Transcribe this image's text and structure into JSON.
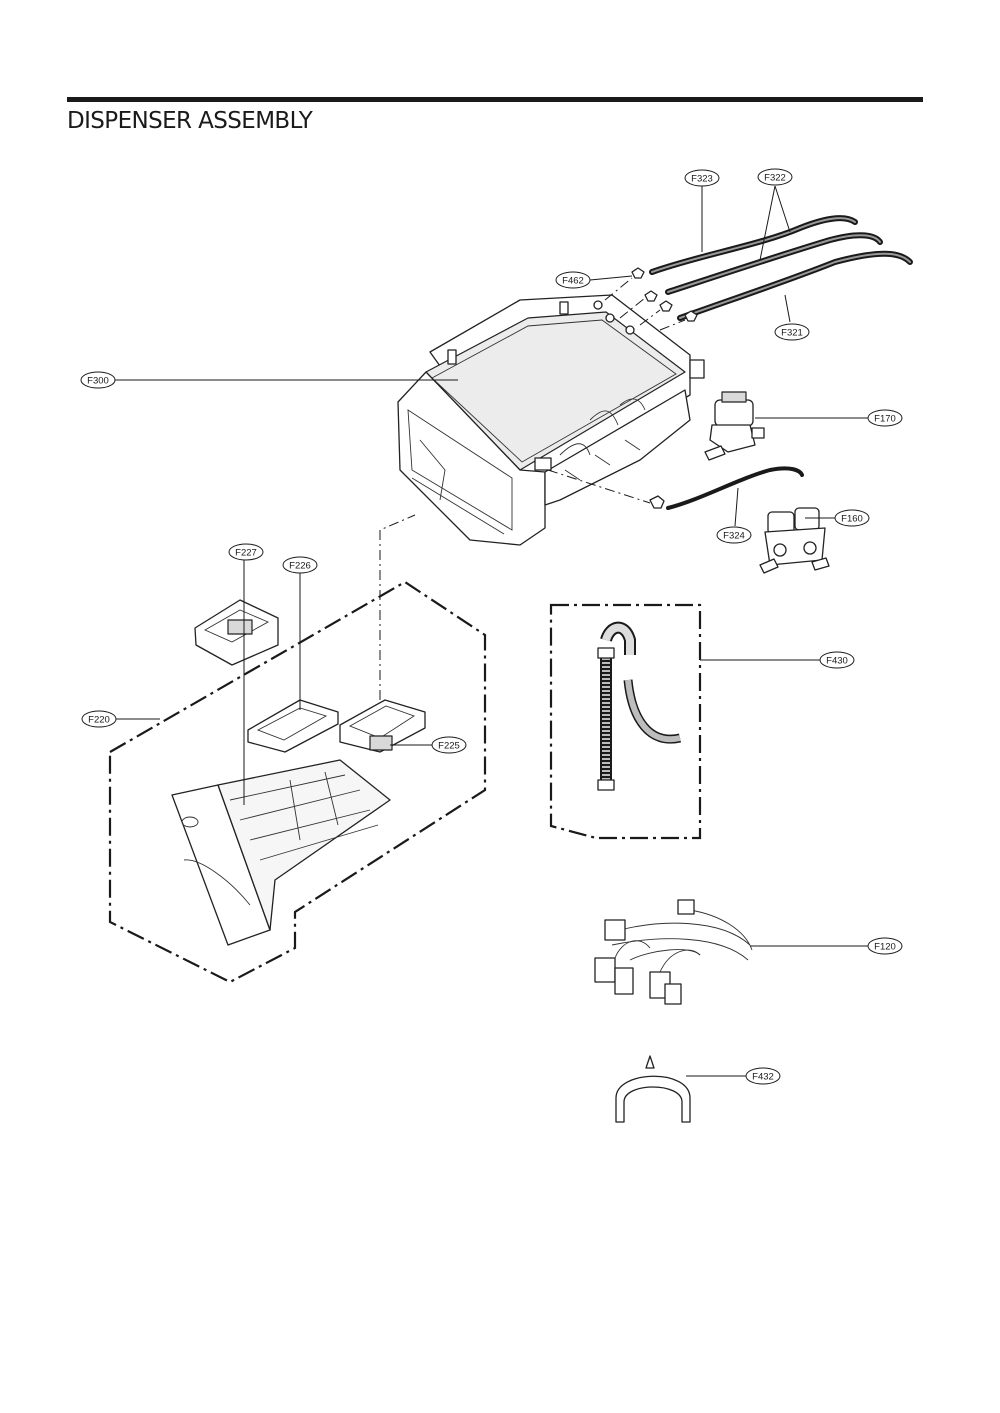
{
  "title": "DISPENSER ASSEMBLY",
  "labels": {
    "F323": "F323",
    "F322": "F322",
    "F462": "F462",
    "F321": "F321",
    "F300": "F300",
    "F170": "F170",
    "F324": "F324",
    "F160": "F160",
    "F227": "F227",
    "F226": "F226",
    "F430": "F430",
    "F220": "F220",
    "F225": "F225",
    "F120": "F120",
    "F432": "F432"
  }
}
